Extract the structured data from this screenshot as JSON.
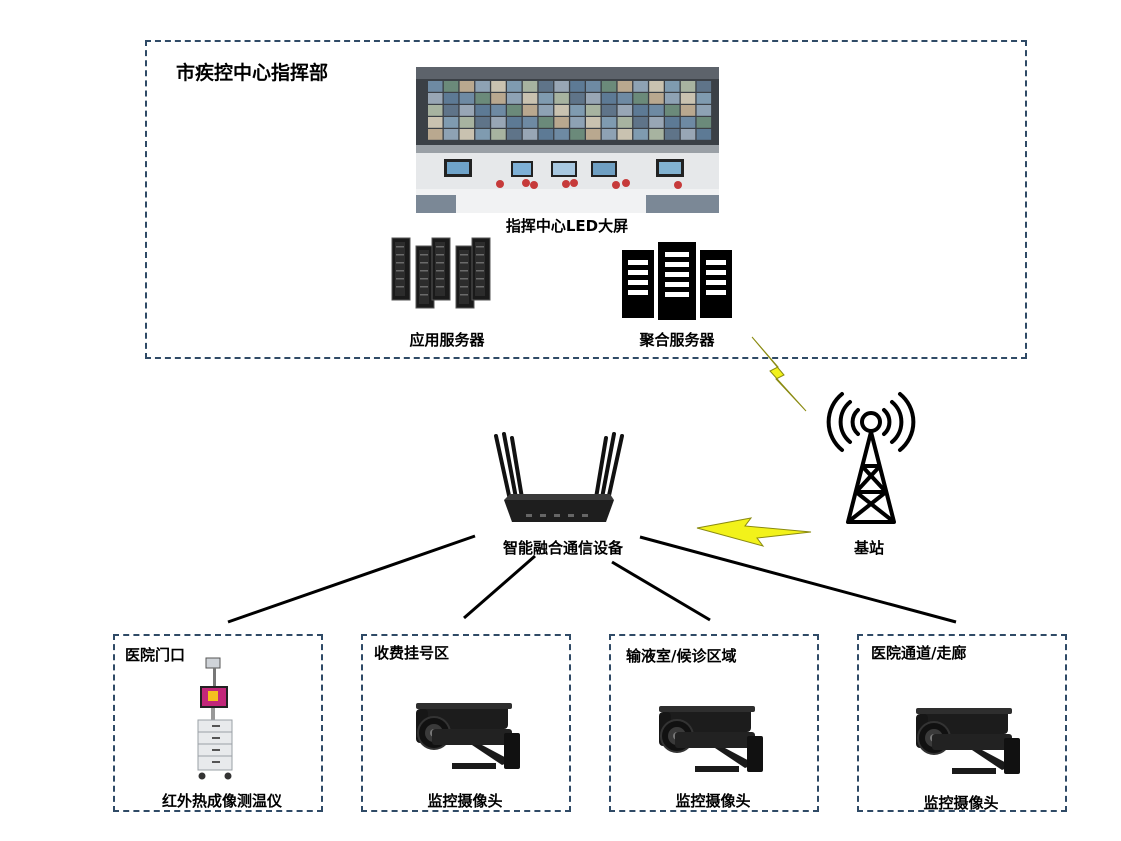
{
  "command_center": {
    "title": "市疾控中心指挥部",
    "led_screen_label": "指挥中心LED大屏",
    "app_server_label": "应用服务器",
    "agg_server_label": "聚合服务器"
  },
  "gateway": {
    "label": "智能融合通信设备"
  },
  "base_station": {
    "label": "基站"
  },
  "zones": [
    {
      "title": "医院门口",
      "device": "红外热成像测温仪"
    },
    {
      "title": "收费挂号区",
      "device": "监控摄像头"
    },
    {
      "title": "输液室/候诊区域",
      "device": "监控摄像头"
    },
    {
      "title": "医院通道/走廊",
      "device": "监控摄像头"
    }
  ],
  "colors": {
    "dash_border": "#2f4a66",
    "lightning": "#f2f21a",
    "line": "#000000"
  }
}
